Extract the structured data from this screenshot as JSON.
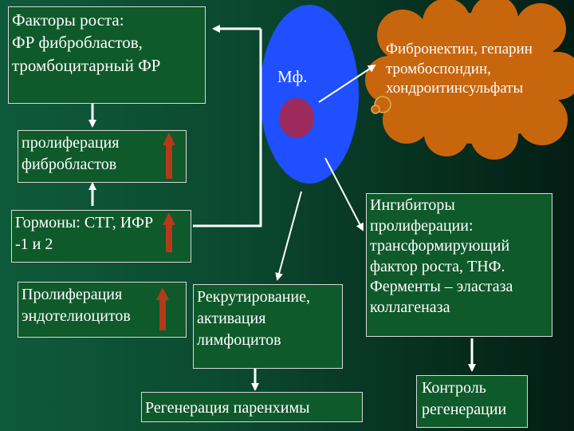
{
  "boxes": {
    "growth_factors": "Факторы роста:\nФР фибробластов,\nтромбоцитарный ФР",
    "fibroblast_proliferation": "  пролиферация\nфибробластов",
    "hormones": "Гормоны: СТГ, ИФР\n-1 и 2",
    "endothelial_proliferation": "Пролиферация\nэндотелиоцитов",
    "lymphocyte_recruitment": "Рекрутирование,\nактивация\nлимфоцитов",
    "parenchyma_regeneration": "Регенерация паренхимы",
    "inhibitors": "Ингибиторы\nпролиферации:\nтрансформирующий\nфактор роста, ТНФ.\nФерменты – эластаза\nколлагеназа",
    "regeneration_control": "Контроль\nрегенерации"
  },
  "cell_label": "Мф.",
  "cloud_text": "Фибронектин, гепарин\nтромбоспондин,\nхондроитинсульфаты",
  "colors": {
    "box_fill": "#0f5a2a",
    "cell_fill": "#1f4fff",
    "nucleus_fill": "#9c2a5c",
    "cloud_fill": "#c8660e",
    "up_arrow": "#b5391b"
  }
}
